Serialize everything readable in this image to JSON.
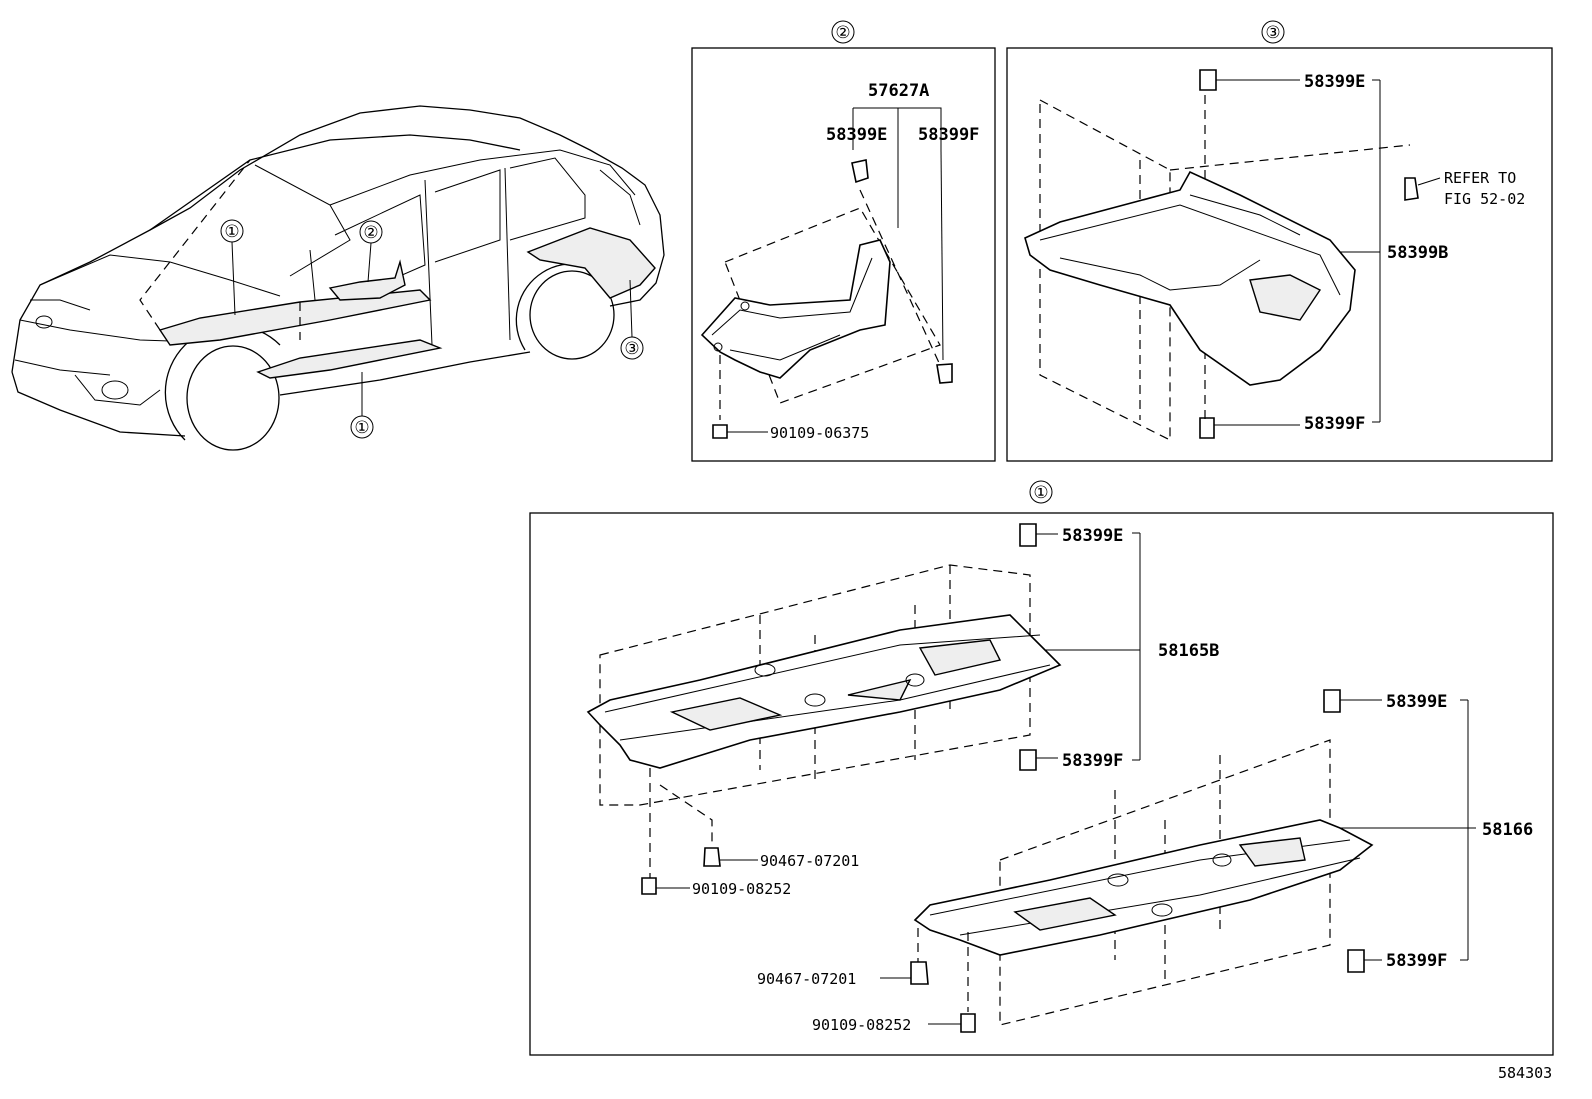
{
  "callouts": {
    "car_1a": "①",
    "car_1b": "①",
    "car_2": "②",
    "car_3": "③",
    "panel_2": "②",
    "panel_3": "③",
    "panel_1": "①"
  },
  "panel2": {
    "group_label": "57627A",
    "clip_e": "58399E",
    "clip_f": "58399F",
    "bolt": "90109-06375"
  },
  "panel3": {
    "clip_e": "58399E",
    "cover": "58399B",
    "clip_f": "58399F",
    "refer_line1": "REFER TO",
    "refer_line2": "FIG 52-02"
  },
  "panel1": {
    "top_clip_e": "58399E",
    "top_cover": "58165B",
    "top_clip_f": "58399F",
    "top_clip_a": "90467-07201",
    "top_bolt": "90109-08252",
    "bot_clip_e": "58399E",
    "bot_cover": "58166",
    "bot_clip_f": "58399F",
    "bot_clip_a": "90467-07201",
    "bot_bolt": "90109-08252"
  },
  "figure_code": "584303"
}
